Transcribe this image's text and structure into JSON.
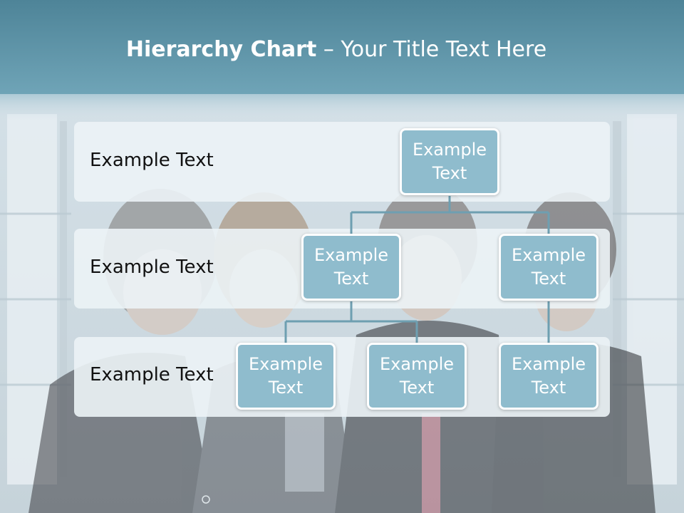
{
  "title": {
    "bold": "Hierarchy Chart",
    "rest": " – Your Title Text Here"
  },
  "levels": [
    {
      "label": "Example Text"
    },
    {
      "label": "Example Text"
    },
    {
      "label": "Example Text"
    }
  ],
  "nodes": {
    "root": "Example Text",
    "level2_left": "Example Text",
    "level2_right": "Example Text",
    "level3_a": "Example Text",
    "level3_b": "Example Text",
    "level3_c": "Example Text"
  },
  "colors": {
    "node_fill": "#8fbccd",
    "connector": "#6e9fb1",
    "title_bar": "#5f97ab",
    "band": "#ecf3f6"
  }
}
